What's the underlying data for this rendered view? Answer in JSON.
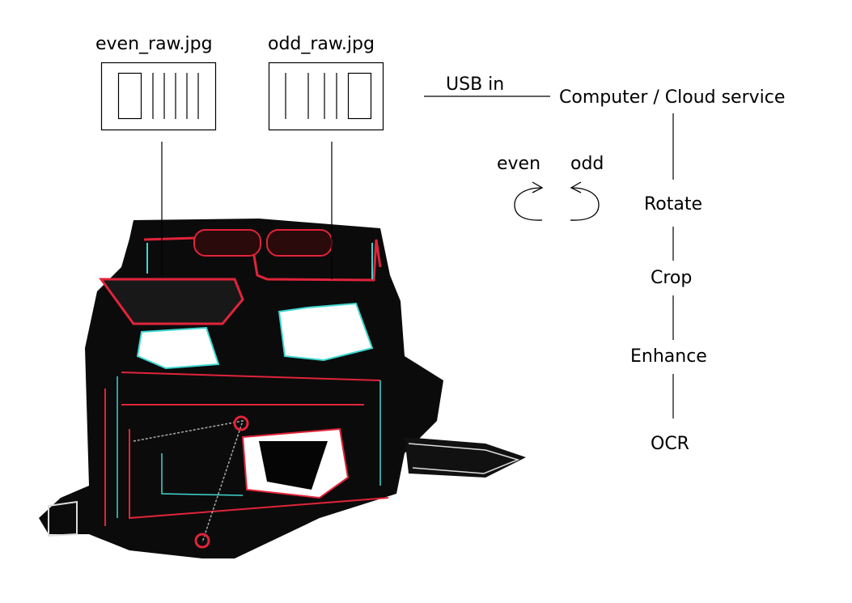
{
  "files": {
    "even_label": "even_raw.jpg",
    "odd_label": "odd_raw.jpg"
  },
  "connection": {
    "usb_label": "USB in",
    "destination": "Computer / Cloud service"
  },
  "rotation": {
    "even_label": "even",
    "odd_label": "odd"
  },
  "pipeline": {
    "steps": [
      "Rotate",
      "Crop",
      "Enhance",
      "OCR"
    ]
  },
  "colors": {
    "line": "#000000",
    "machine_body": "#0a0a0a",
    "machine_edge_red": "#e0243a",
    "machine_edge_cyan": "#3fd6d0"
  }
}
